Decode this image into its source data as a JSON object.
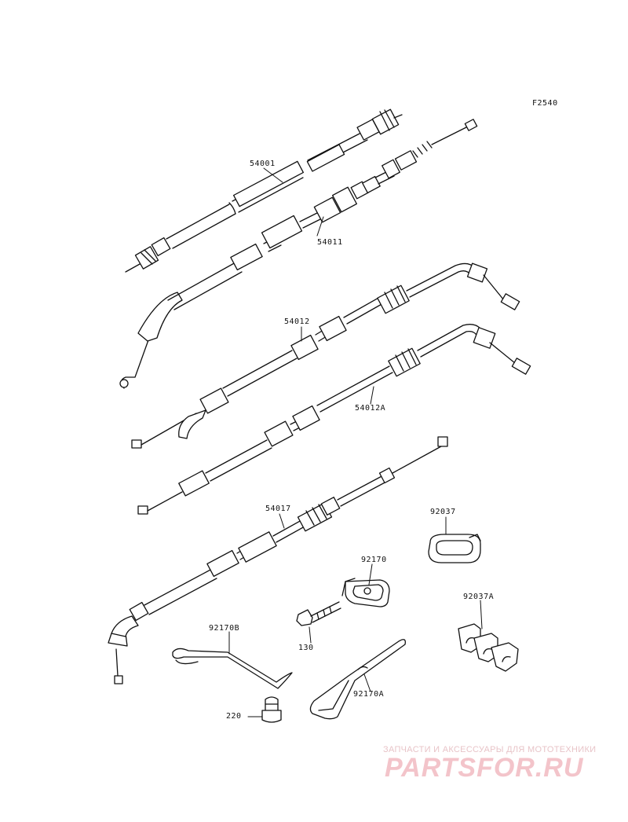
{
  "figure_code": "F2540",
  "part_labels": {
    "p54001": "54001",
    "p54011": "54011",
    "p54012": "54012",
    "p54012a": "54012A",
    "p54017": "54017",
    "p92037": "92037",
    "p92170": "92170",
    "p130": "130",
    "p92037a": "92037A",
    "p92170b": "92170B",
    "p92170a": "92170A",
    "p220": "220"
  },
  "watermark": {
    "tagline": "ЗАПЧАСТИ И АКСЕССУАРЫ ДЛЯ МОТОТЕХНИКИ",
    "logo_text": "PARTSFOR.RU"
  }
}
